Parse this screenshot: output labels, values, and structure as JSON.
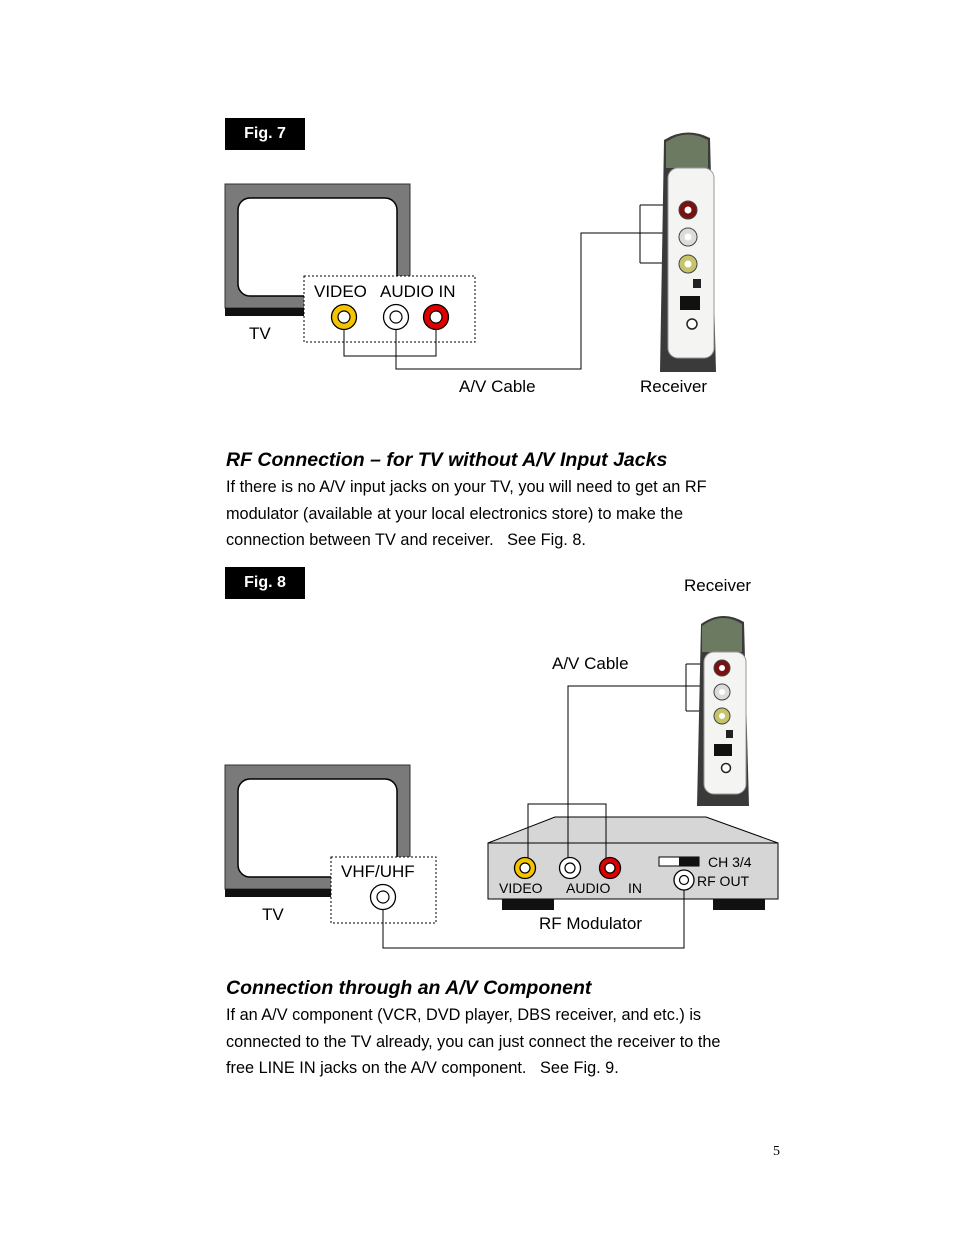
{
  "fig7": {
    "tag": "Fig. 7",
    "tv_label": "TV",
    "jack_video_label": "VIDEO",
    "jack_audio_label": "AUDIO IN",
    "cable_label": "A/V Cable",
    "receiver_label": "Receiver"
  },
  "section_rf": {
    "heading": "RF Connection – for TV without A/V Input Jacks",
    "lines": [
      "If there is no A/V input jacks on your TV, you will need to get an RF",
      "modulator (available at your local electronics store) to make the",
      "connection between TV and receiver.   See Fig. 8."
    ]
  },
  "fig8": {
    "tag": "Fig. 8",
    "receiver_label": "Receiver",
    "cable_label": "A/V Cable",
    "vhf_label": "VHF/UHF",
    "tv_label": "TV",
    "mod_video_label": "VIDEO",
    "mod_audio_label": "AUDIO",
    "mod_in_label": "IN",
    "mod_ch_label": "CH 3/4",
    "mod_rfout_label": "RF OUT",
    "modulator_label": "RF Modulator"
  },
  "section_av": {
    "heading": "Connection through an A/V Component",
    "lines": [
      "If an A/V component (VCR, DVD player, DBS receiver, and etc.) is",
      "connected to the TV already, you can just connect the receiver to the",
      "free LINE IN jacks on the A/V component.   See Fig. 9."
    ]
  },
  "page_number": "5",
  "colors": {
    "video_jack": "#f5c400",
    "audio_left_jack": "#ffffff",
    "audio_right_jack": "#e00000",
    "tv_body": "#7a7a7a",
    "receiver_body": "#f4f4f2",
    "receiver_top": "#6d7a62",
    "modulator_body": "#d6d6d6"
  }
}
